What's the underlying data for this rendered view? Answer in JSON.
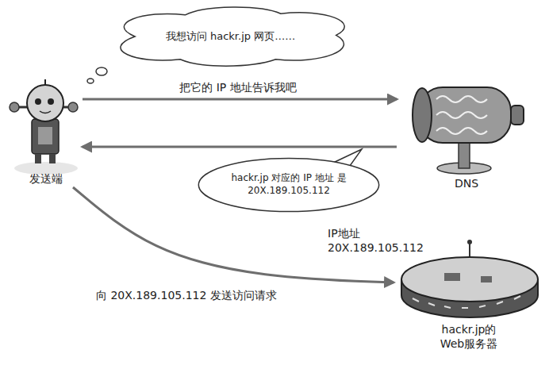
{
  "diagram": {
    "nodes": [
      {
        "text": [
          "我想访问 hackr.jp 网页……"
        ]
      },
      {
        "text": [
          "发送端"
        ]
      },
      {
        "text": [
          "DNS"
        ]
      },
      {
        "text": [
          "hackr.jp 对应的 IP 地址 是 20X.189.105.112"
        ]
      },
      {
        "text": [
          "hackr.jp的 Web服务器"
        ]
      }
    ],
    "edges": [
      {
        "from": 1,
        "to": 2,
        "arrow": "to",
        "label": "把它的 IP 地址告诉我吧"
      },
      {
        "from": 2,
        "to": 1,
        "arrow": "to"
      },
      {
        "from": 1,
        "to": 4,
        "arrow": "to",
        "label": "向 20X.189.105.112 发送访问请求"
      }
    ],
    "labels": [
      "IP地址 20X.189.105.112"
    ]
  }
}
